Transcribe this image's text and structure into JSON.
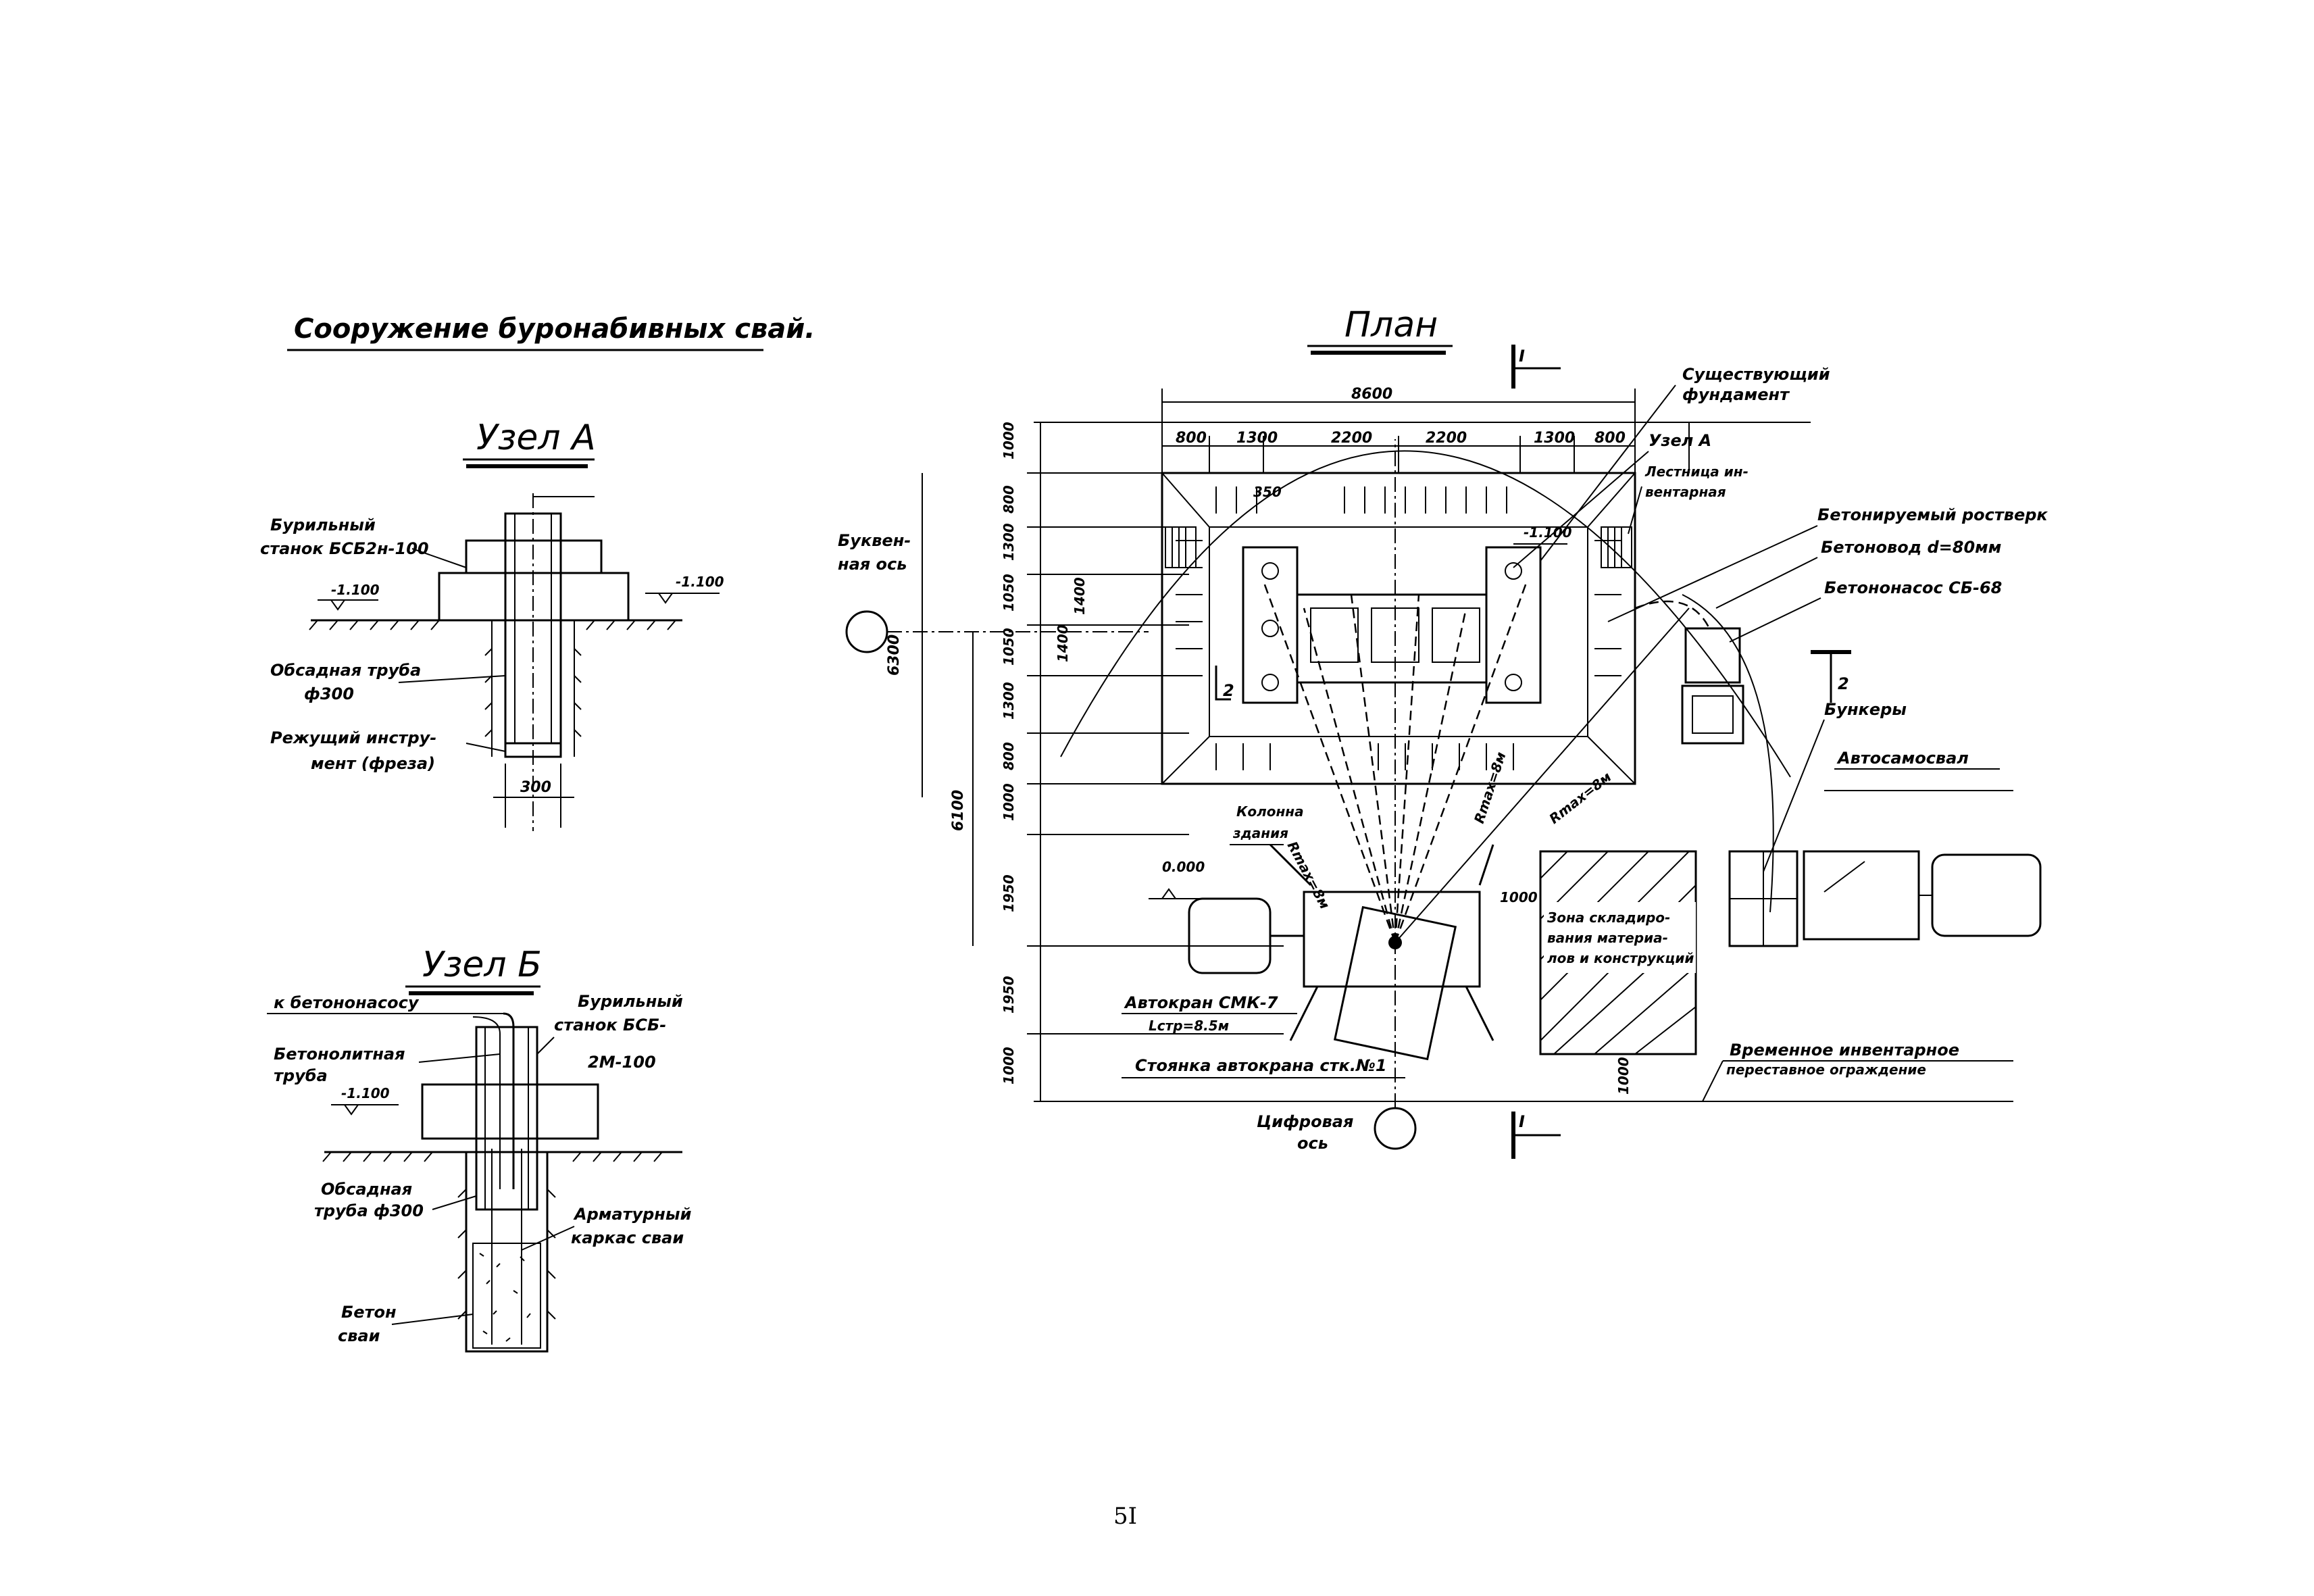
{
  "sheet": {
    "title": "Сооружение буронабивных свай.",
    "page_number": "5I"
  },
  "node_a": {
    "heading": "Узел А",
    "drill_label_1": "Бурильный",
    "drill_label_2": "станок БСБ2н-100",
    "level_left": "-1.100",
    "level_right": "-1.100",
    "casing_label_1": "Обсадная труба",
    "casing_label_2": "ф300",
    "cutter_label_1": "Режущий инстру-",
    "cutter_label_2": "мент (фреза)",
    "dim_bottom": "300"
  },
  "node_b": {
    "heading": "Узел Б",
    "to_pump": "к бетононасосу",
    "concrete_pipe_1": "Бетонолитная",
    "concrete_pipe_2": "труба",
    "level": "-1.100",
    "drill_label_1": "Бурильный",
    "drill_label_2": "станок БСБ-",
    "drill_label_3": "2М-100",
    "casing_label_1": "Обсадная",
    "casing_label_2": "труба ф300",
    "rebar_label_1": "Арматурный",
    "rebar_label_2": "каркас сваи",
    "concrete_label_1": "Бетон",
    "concrete_label_2": "сваи"
  },
  "plan": {
    "heading": "План",
    "section_mark_top": "I",
    "section_mark_bottom": "I",
    "section_mark_2": "2",
    "section_mark_2b": "2",
    "letter_axis_1": "Буквен-",
    "letter_axis_2": "ная ось",
    "digit_axis_1": "Цифровая",
    "digit_axis_2": "ось",
    "dims_top_total": "8600",
    "dims_top": [
      "800",
      "1300",
      "2200",
      "2200",
      "1300",
      "800"
    ],
    "dim_350": "350",
    "dims_left_outer": [
      "6300",
      "6100"
    ],
    "dims_left": [
      "1000",
      "800",
      "1300",
      "1050",
      "1050",
      "1300",
      "800",
      "1000",
      "1950",
      "1950",
      "1000"
    ],
    "dims_inner": [
      "1400",
      "1400"
    ],
    "dim_1000_right": "1000",
    "dim_1000_bottom": "1000",
    "level_plan": "-1.100",
    "existing_foundation_1": "Существующий",
    "existing_foundation_2": "фундамент",
    "node_a_ref": "Узел А",
    "ladder_1": "Лестница ин-",
    "ladder_2": "вентарная",
    "grillage": "Бетонируемый ростверк",
    "concrete_line": "Бетоновод d=80мм",
    "concrete_pump": "Бетононасос СБ-68",
    "bunkers": "Бункеры",
    "dump_truck": "Автосамосвал",
    "building_column_1": "Колонна",
    "building_column_2": "здания",
    "level_zero": "0.000",
    "rmax_1": "Rmax=8м",
    "rmax_2": "Rmax=8м",
    "rmax_3": "Rmax=8м",
    "storage_1": "Зона складиро-",
    "storage_2": "вания материа-",
    "storage_3": "лов и конструкций",
    "crane_1": "Автокран СМК-7",
    "crane_2": "Lстр=8.5м",
    "crane_stand": "Стоянка автокрана стк.№1",
    "fence_1": "Временное инвентарное",
    "fence_2": "переставное ограждение"
  }
}
